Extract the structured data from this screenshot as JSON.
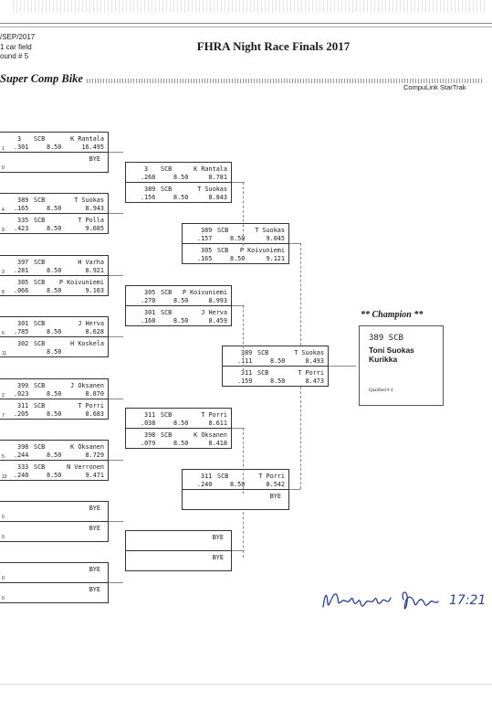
{
  "header": {
    "date": "/SEP/2017",
    "field": "1 car field",
    "round": "ound # 5",
    "title": "FHRA Night Race Finals 2017",
    "class_name": "Super Comp Bike",
    "software": "CompuLink StarTrak"
  },
  "round1": [
    {
      "lanes": [
        {
          "num": "3",
          "cls": "SCB",
          "name": "K Rantala",
          "lane": "1",
          "rt": ".301",
          "dial": "8.50",
          "et": "16.495"
        },
        {
          "lane": "0",
          "bye": "BYE"
        }
      ]
    },
    {
      "lanes": [
        {
          "num": "389",
          "cls": "SCB",
          "name": "T Suokas",
          "lane": "4",
          "rt": ".165",
          "dial": "8.50",
          "et": "8.943"
        },
        {
          "num": "335",
          "cls": "SCB",
          "name": "T Polla",
          "lane": "9",
          "rt": ".423",
          "dial": "8.50",
          "et": "9.685"
        }
      ]
    },
    {
      "lanes": [
        {
          "num": "397",
          "cls": "SCB",
          "name": "H Varha",
          "lane": "3",
          "rt": ".281",
          "dial": "8.50",
          "et": "8.921"
        },
        {
          "num": "305",
          "cls": "SCB",
          "name": "P Koivuniemi",
          "lane": "8",
          "rt": ".066",
          "dial": "8.50",
          "et": "9.103"
        }
      ]
    },
    {
      "lanes": [
        {
          "num": "301",
          "cls": "SCB",
          "name": "J Herva",
          "lane": "6",
          "rt": ".785",
          "dial": "8.50",
          "et": "8.628"
        },
        {
          "num": "302",
          "cls": "SCB",
          "name": "H Koskela",
          "lane": "11",
          "rt": "",
          "dial": "8.50",
          "et": ""
        }
      ]
    },
    {
      "lanes": [
        {
          "num": "399",
          "cls": "SCB",
          "name": "J Oksanen",
          "lane": "2",
          "rt": ".023",
          "dial": "8.50",
          "et": "8.870"
        },
        {
          "num": "311",
          "cls": "SCB",
          "name": "T Porri",
          "lane": "7",
          "rt": ".205",
          "dial": "8.50",
          "et": "8.683"
        }
      ]
    },
    {
      "lanes": [
        {
          "num": "398",
          "cls": "SCB",
          "name": "K Oksanen",
          "lane": "5",
          "rt": ".244",
          "dial": "8.50",
          "et": "8.729"
        },
        {
          "num": "333",
          "cls": "SCB",
          "name": "N Verronen",
          "lane": "10",
          "rt": ".240",
          "dial": "8.50",
          "et": "9.471"
        }
      ]
    },
    {
      "lanes": [
        {
          "lane": "0",
          "bye": "BYE"
        },
        {
          "lane": "0",
          "bye": "BYE"
        }
      ]
    },
    {
      "lanes": [
        {
          "lane": "0",
          "bye": "BYE"
        },
        {
          "lane": "0",
          "bye": "BYE"
        }
      ]
    }
  ],
  "round2": [
    {
      "lanes": [
        {
          "num": "3",
          "cls": "SCB",
          "name": "K Rantala",
          "rt": ".268",
          "dial": "8.50",
          "et": "8.781"
        },
        {
          "num": "389",
          "cls": "SCB",
          "name": "T Suokas",
          "rt": ".156",
          "dial": "8.50",
          "et": "8.843"
        }
      ]
    },
    {
      "lanes": [
        {
          "num": "305",
          "cls": "SCB",
          "name": "P Koivuniemi",
          "rt": ".270",
          "dial": "8.50",
          "et": "8.993"
        },
        {
          "num": "301",
          "cls": "SCB",
          "name": "J Herva",
          "rt": ".168",
          "dial": "8.50",
          "et": "8.459"
        }
      ]
    },
    {
      "lanes": [
        {
          "num": "311",
          "cls": "SCB",
          "name": "T Porri",
          "rt": ".038",
          "dial": "8.50",
          "et": "8.611"
        },
        {
          "num": "398",
          "cls": "SCB",
          "name": "K Oksanen",
          "rt": ".079",
          "dial": "8.50",
          "et": "8.418"
        }
      ]
    },
    {
      "lanes": [
        {
          "bye": "BYE"
        },
        {
          "bye": "BYE"
        }
      ]
    }
  ],
  "round3": [
    {
      "lanes": [
        {
          "num": "389",
          "cls": "SCB",
          "name": "T Suokas",
          "rt": ".157",
          "dial": "8.50",
          "et": "9.045"
        },
        {
          "num": "305",
          "cls": "SCB",
          "name": "P Koivuniemi",
          "rt": ".165",
          "dial": "8.50",
          "et": "9.121"
        }
      ]
    },
    {
      "lanes": [
        {
          "num": "311",
          "cls": "SCB",
          "name": "T Porri",
          "rt": ".240",
          "dial": "8.50",
          "et": "8.542"
        },
        {
          "bye": "BYE"
        }
      ]
    }
  ],
  "final": {
    "lanes": [
      {
        "num": "389",
        "cls": "SCB",
        "name": "T Suokas",
        "rt": ".111",
        "dial": "8.50",
        "et": "8.493"
      },
      {
        "num": "311",
        "cls": "SCB",
        "name": "T Porri",
        "rt": ".159",
        "dial": "8.50",
        "et": "8.473"
      }
    ]
  },
  "champion": {
    "label": "** Champion **",
    "line1": "389   SCB",
    "driver": "Toni Suokas",
    "city": "Kurikka",
    "qualified": "Qualified # 4"
  },
  "signature": {
    "time": "17:21"
  }
}
